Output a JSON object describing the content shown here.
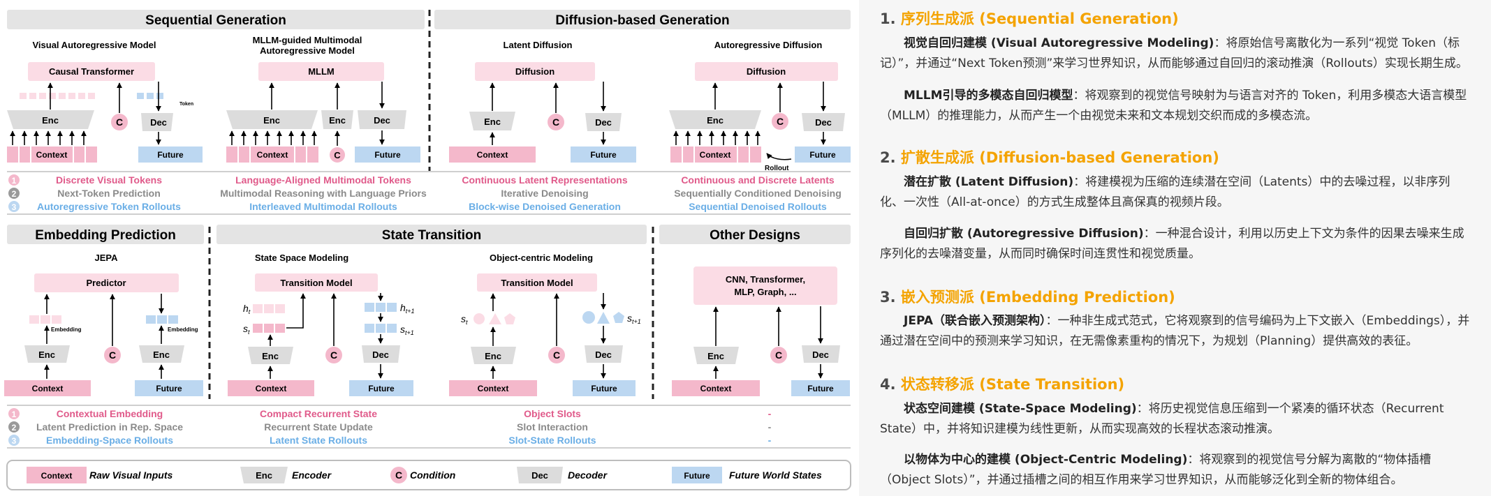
{
  "colors": {
    "pink": "#f4b8cb",
    "pink_light": "#fbdce5",
    "blue": "#bcd7f1",
    "gray": "#dcdcdc",
    "header_bg": "#e4e4e4",
    "pink_text": "#e05a8a",
    "gray_text": "#8a8a8a",
    "blue_text": "#6aaee6",
    "orange": "#f4a300"
  },
  "headers": {
    "seq": "Sequential Generation",
    "diff": "Diffusion-based Generation",
    "emb": "Embedding Prediction",
    "state": "State Transition",
    "other": "Other Designs"
  },
  "panels": {
    "var": {
      "title": "Visual Autoregressive Model",
      "core": "Causal Transformer",
      "token": "Token"
    },
    "mllm": {
      "title1": "MLLM-guided Multimodal",
      "title2": "Autoregressive Model",
      "core": "MLLM"
    },
    "ld": {
      "title": "Latent Diffusion",
      "core": "Diffusion"
    },
    "ard": {
      "title": "Autoregressive Diffusion",
      "core": "Diffusion",
      "rollout": "Rollout"
    },
    "jepa": {
      "title": "JEPA",
      "core": "Predictor",
      "embedding": "Embedding"
    },
    "ssm": {
      "title": "State Space Modeling",
      "core": "Transition Model",
      "h_t": "h",
      "h_t_sub": "t",
      "h_t1": "h",
      "h_t1_sub": "t+1",
      "s_t": "s",
      "s_t_sub": "t",
      "s_t1": "s",
      "s_t1_sub": "t+1"
    },
    "ocm": {
      "title": "Object-centric Modeling",
      "core": "Transition Model",
      "s_t": "s",
      "s_t_sub": "t",
      "s_t1": "s",
      "s_t1_sub": "t+1"
    },
    "other": {
      "core1": "CNN, Transformer,",
      "core2": "MLP, Graph, ..."
    }
  },
  "labels": {
    "context": "Context",
    "future": "Future",
    "enc": "Enc",
    "dec": "Dec",
    "cond": "C"
  },
  "numbers": [
    "1",
    "2",
    "3"
  ],
  "top_features": [
    [
      "Discrete Visual Tokens",
      "Next-Token Prediction",
      "Autoregressive Token Rollouts"
    ],
    [
      "Language-Aligned Multimodal Tokens",
      "Multimodal Reasoning with Language Priors",
      "Interleaved Multimodal Rollouts"
    ],
    [
      "Continuous Latent Representations",
      "Iterative Denoising",
      "Block-wise Denoised Generation"
    ],
    [
      "Continuous and Discrete Latents",
      "Sequentially Conditioned Denoising",
      "Sequential Denoised Rollouts"
    ]
  ],
  "bottom_features": [
    [
      "Contextual Embedding",
      "Latent Prediction in Rep. Space",
      "Embedding-Space Rollouts"
    ],
    [
      "Compact Recurrent State",
      "Recurrent State Update",
      "Latent State Rollouts"
    ],
    [
      "Object Slots",
      "Slot Interaction",
      "Slot-State Rollouts"
    ],
    [
      "-",
      "-",
      "-"
    ]
  ],
  "legend": {
    "context_box": "Context",
    "context_desc": "Raw Visual Inputs",
    "enc_box": "Enc",
    "enc_desc": "Encoder",
    "c_box": "C",
    "c_desc": "Condition",
    "dec_box": "Dec",
    "dec_desc": "Decoder",
    "future_box": "Future",
    "future_desc": "Future World States"
  },
  "text_panel": {
    "s1": {
      "num": "1.",
      "title": "序列生成派 (Sequential Generation)",
      "p1_term": "视觉自回归建模 (Visual Autoregressive Modeling)",
      "p1_body": "：将原始信号离散化为一系列“视觉 Token（标记）”，并通过“Next Token预测”来学习世界知识，从而能够通过自回归的滚动推演（Rollouts）实现长期生成。",
      "p2_term": "MLLM引导的多模态自回归模型",
      "p2_body": "：将观察到的视觉信号映射为与语言对齐的 Token，利用多模态大语言模型（MLLM）的推理能力，从而产生一个由视觉未来和文本规划交织而成的多模态流。"
    },
    "s2": {
      "num": "2.",
      "title": "扩散生成派 (Diffusion-based Generation)",
      "p1_term": "潜在扩散 (Latent Diffusion)",
      "p1_body": "：将建模视为压缩的连续潜在空间（Latents）中的去噪过程，以非序列化、一次性（All-at-once）的方式生成整体且高保真的视频片段。",
      "p2_term": "自回归扩散 (Autoregressive Diffusion)",
      "p2_body": "：一种混合设计，利用以历史上下文为条件的因果去噪来生成序列化的去噪潜变量，从而同时确保时间连贯性和视觉质量。"
    },
    "s3": {
      "num": "3.",
      "title": "嵌入预测派 (Embedding Prediction)",
      "p1_term": "JEPA（联合嵌入预测架构）",
      "p1_body": "：一种非生成式范式，它将观察到的信号编码为上下文嵌入（Embeddings），并通过潜在空间中的预测来学习知识，在无需像素重构的情况下，为规划（Planning）提供高效的表征。"
    },
    "s4": {
      "num": "4.",
      "title": "状态转移派 (State Transition)",
      "p1_term": "状态空间建模 (State-Space Modeling)",
      "p1_body": "：将历史视觉信息压缩到一个紧凑的循环状态（Recurrent State）中，并将知识建模为线性更新，从而实现高效的长程状态滚动推演。",
      "p2_term": "以物体为中心的建模 (Object-Centric Modeling)",
      "p2_body": "：将观察到的视觉信号分解为离散的“物体插槽（Object Slots）”，并通过插槽之间的相互作用来学习世界知识，从而能够泛化到全新的物体组合。"
    }
  }
}
